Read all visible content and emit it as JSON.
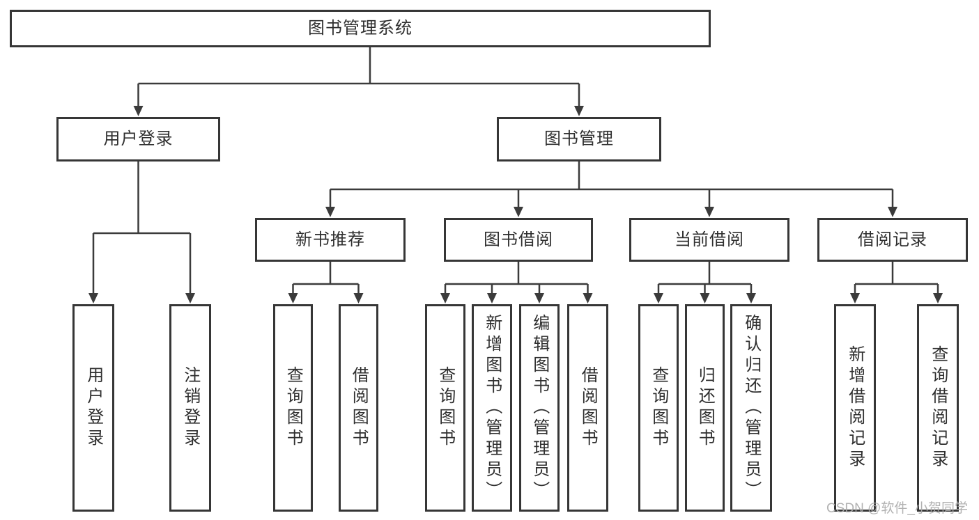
{
  "diagram": {
    "root": {
      "label": "图书管理系统"
    },
    "level2": {
      "user_login": {
        "label": "用户登录"
      },
      "book_mgmt": {
        "label": "图书管理"
      }
    },
    "level3": {
      "new_book_rec": {
        "label": "新书推荐"
      },
      "book_borrow": {
        "label": "图书借阅"
      },
      "current_borrow": {
        "label": "当前借阅"
      },
      "borrow_records": {
        "label": "借阅记录"
      }
    },
    "leaves": {
      "user_login": {
        "label": "用户登录"
      },
      "logout": {
        "label": "注销登录"
      },
      "nbr_query_books": {
        "label": "查询图书"
      },
      "nbr_borrow_books": {
        "label": "借阅图书"
      },
      "bb_query_books": {
        "label": "查询图书"
      },
      "bb_add_books": {
        "label": "新增图书（管理员）"
      },
      "bb_edit_books": {
        "label": "编辑图书（管理员）"
      },
      "bb_borrow_books": {
        "label": "借阅图书"
      },
      "cb_query_books": {
        "label": "查询图书"
      },
      "cb_return_books": {
        "label": "归还图书"
      },
      "cb_confirm_return": {
        "label": "确认归还（管理员）"
      },
      "br_add_record": {
        "label": "新增借阅记录"
      },
      "br_query_record": {
        "label": "查询借阅记录"
      }
    }
  },
  "watermark": {
    "text": "CSDN @软件_小贺同学"
  },
  "colors": {
    "background": "#ffffff",
    "box_border": "#363636",
    "line": "#3b3b3b",
    "text": "#2f2f2f",
    "watermark": "#ababab"
  }
}
